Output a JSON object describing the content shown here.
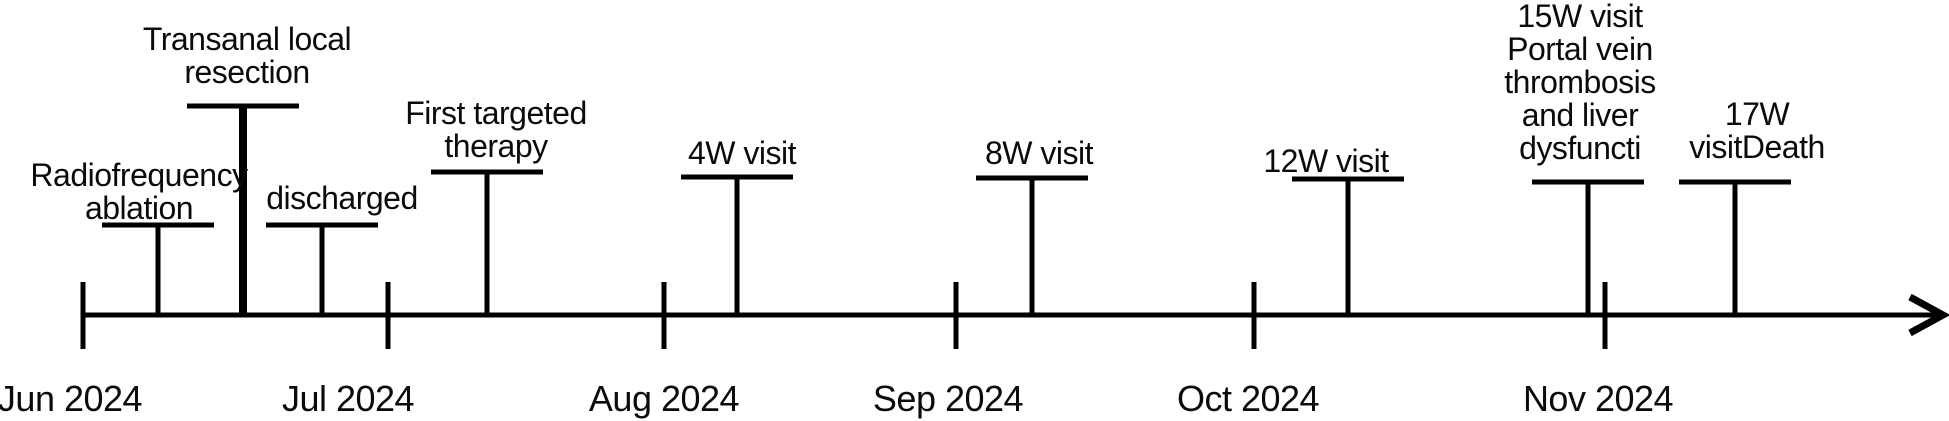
{
  "figure": {
    "type": "clinical-timeline",
    "background_color": "#ffffff",
    "ink_color": "#000000",
    "axis_direction": "left-to-right-arrow"
  },
  "months": [
    {
      "label": "Jun 2024"
    },
    {
      "label": "Jul 2024"
    },
    {
      "label": "Aug 2024"
    },
    {
      "label": "Sep 2024"
    },
    {
      "label": "Oct 2024"
    },
    {
      "label": "Nov 2024"
    }
  ],
  "events": [
    {
      "id": "radiofrequency-ablation",
      "label": "Radiofrequency ablation",
      "lines": [
        "Radiofrequency",
        "ablation"
      ]
    },
    {
      "id": "transanal-local-resection",
      "label": "Transanal local resection",
      "lines": [
        "Transanal local",
        "resection"
      ]
    },
    {
      "id": "discharged",
      "label": "discharged",
      "lines": [
        "discharged"
      ]
    },
    {
      "id": "first-targeted-therapy",
      "label": "First targeted therapy",
      "lines": [
        "First targeted",
        "therapy"
      ]
    },
    {
      "id": "4w-visit",
      "label": "4W visit",
      "lines": [
        "4W visit"
      ]
    },
    {
      "id": "8w-visit",
      "label": "8W visit",
      "lines": [
        "8W visit"
      ]
    },
    {
      "id": "12w-visit",
      "label": "12W visit",
      "lines": [
        "12W visit"
      ]
    },
    {
      "id": "15w-visit-portal-vein-thrombosis",
      "label": "15W visit Portal vein thrombosis and liver dysfuncti",
      "lines": [
        "15W visit",
        "Portal vein",
        "thrombosis",
        "and liver",
        "dysfuncti"
      ]
    },
    {
      "id": "17w-visit-death",
      "label": "17W visitDeath",
      "lines": [
        "17W",
        "visitDeath"
      ]
    }
  ]
}
